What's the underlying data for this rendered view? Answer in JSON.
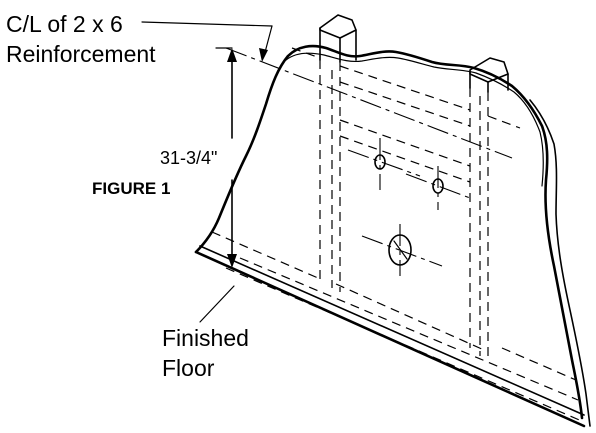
{
  "labels": {
    "centerline_line1": "C/L of 2 x 6",
    "centerline_line2": "Reinforcement",
    "dimension": "31-3/4\"",
    "figure_title": "FIGURE 1",
    "floor_line1": "Finished",
    "floor_line2": "Floor"
  },
  "colors": {
    "ink": "#000000",
    "background": "#ffffff"
  }
}
